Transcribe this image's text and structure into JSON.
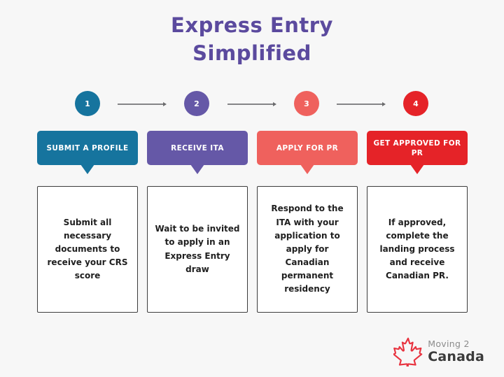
{
  "title": {
    "line1": "Express Entry",
    "line2": "Simplified"
  },
  "steps": [
    {
      "number": "1",
      "color": "#16749e",
      "banner_label": "SUBMIT A PROFILE",
      "description": "Submit all necessary documents to receive your CRS score"
    },
    {
      "number": "2",
      "color": "#6558a7",
      "banner_label": "RECEIVE ITA",
      "description": "Wait to be invited to apply in an Express Entry draw"
    },
    {
      "number": "3",
      "color": "#ef615d",
      "banner_label": "APPLY FOR PR",
      "description": "Respond to the ITA with your application to apply for Canadian permanent residency"
    },
    {
      "number": "4",
      "color": "#e52328",
      "banner_label": "GET APPROVED FOR PR",
      "description": "If approved, complete the landing process and receive Canadian PR."
    }
  ],
  "icons": {
    "arrow": "arrow-right-icon",
    "leaf": "maple-leaf-icon"
  },
  "logo": {
    "top": "Moving 2",
    "name": "Canada",
    "leaf_color": "#e8333f"
  },
  "colors": {
    "background": "#f7f7f7",
    "title": "#5b4a9e",
    "arrow": "#858587",
    "box_border": "#3c3c3c",
    "box_text": "#1f1f1f"
  }
}
